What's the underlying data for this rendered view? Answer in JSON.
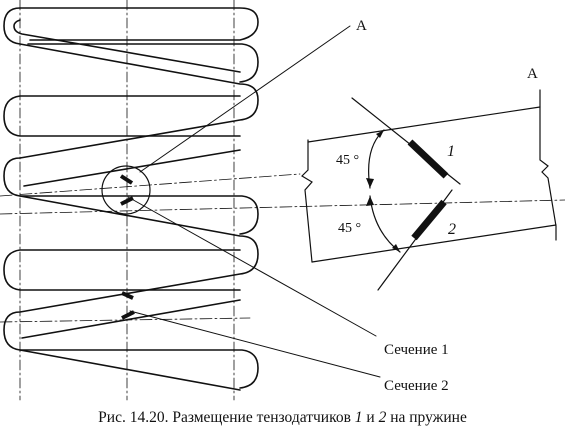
{
  "figure": {
    "view_label_top": "A",
    "view_label_detail": "A",
    "angle_label_upper": "45 °",
    "angle_label_lower": "45 °",
    "gauge_label_1": "1",
    "gauge_label_2": "2",
    "section_label_1": "Сечение 1",
    "section_label_2": "Сечение 2"
  },
  "caption": {
    "prefix": "Рис. 14.20. Размещение тензодатчиков ",
    "gauge_1": "1",
    "conjunction": " и ",
    "gauge_2": "2",
    "suffix": " на пружине"
  }
}
